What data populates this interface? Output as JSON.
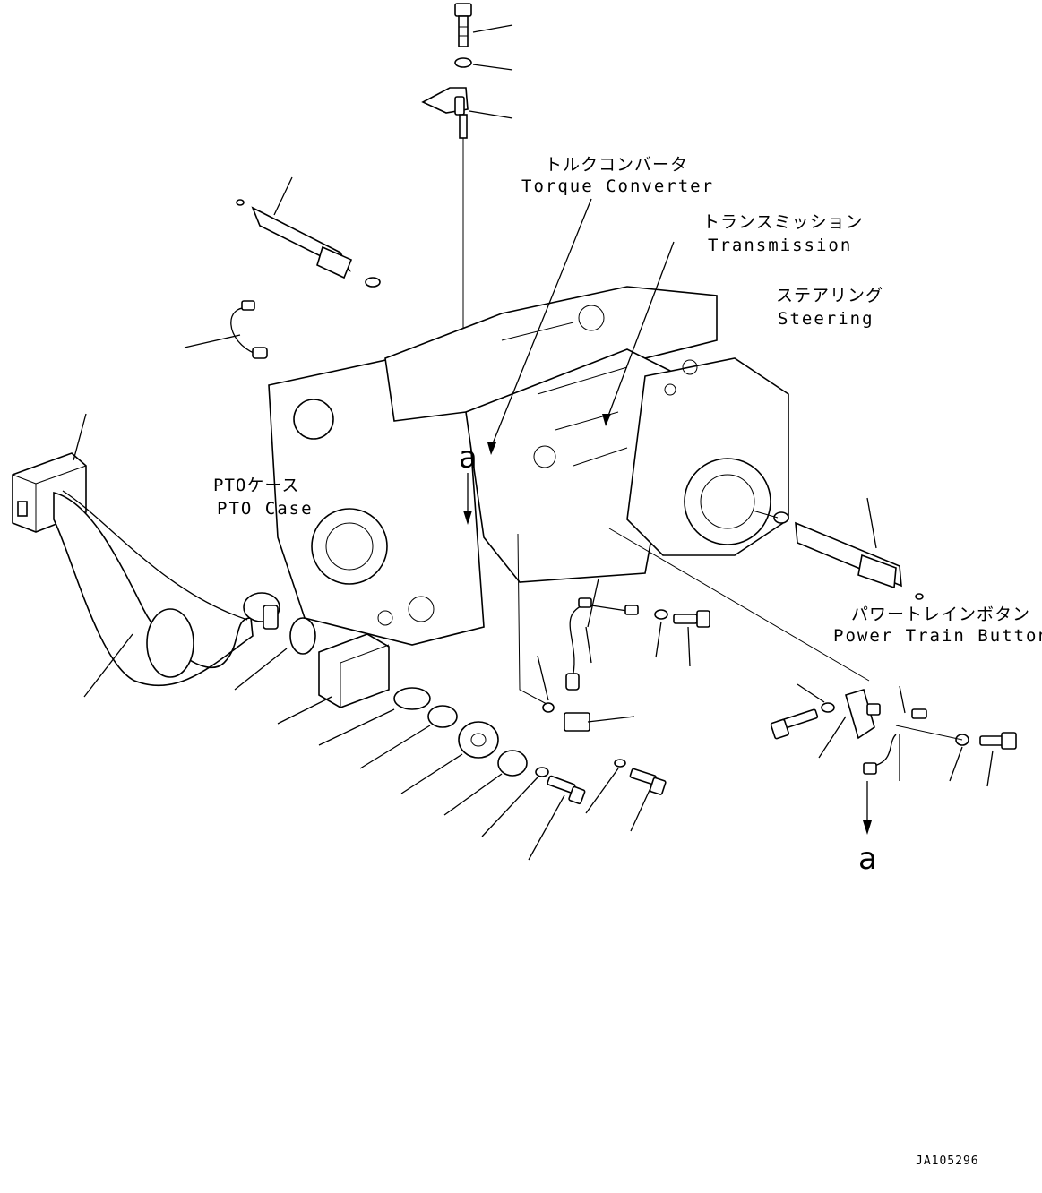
{
  "labels": {
    "torque_converter_jp": "トルクコンバータ",
    "torque_converter_en": "Torque Converter",
    "transmission_jp": "トランスミッション",
    "transmission_en": "Transmission",
    "steering_jp": "ステアリング",
    "steering_en": "Steering",
    "pto_case_jp": "PTOケース",
    "pto_case_en": "PTO Case",
    "power_train_button_jp": "パワートレインボタン",
    "power_train_button_en": "Power Train Button",
    "detail_ref_1": "a",
    "detail_ref_2": "a"
  },
  "drawing_code": "JA105296"
}
